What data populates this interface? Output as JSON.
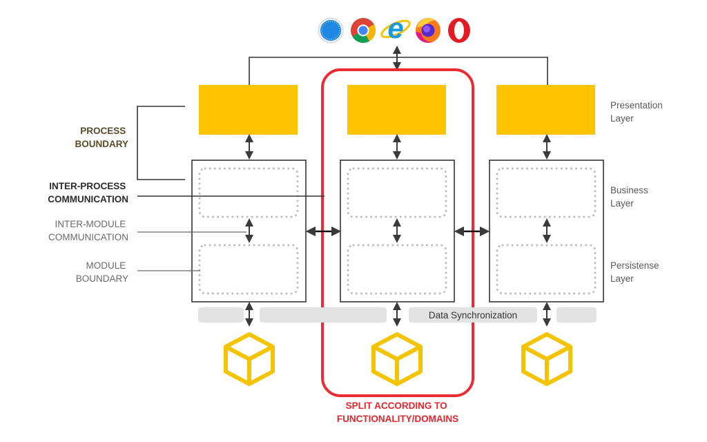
{
  "browsers": [
    {
      "name": "safari-icon",
      "color": "#1e88e5"
    },
    {
      "name": "chrome-icon",
      "color": "#34a853"
    },
    {
      "name": "ie-icon",
      "color": "#1a9be0"
    },
    {
      "name": "firefox-icon",
      "color": "#ff7a18"
    },
    {
      "name": "opera-icon",
      "color": "#e41b23"
    }
  ],
  "left_labels": {
    "process_boundary": [
      "PROCESS",
      "BOUNDARY"
    ],
    "inter_process": [
      "INTER-PROCESS",
      "COMMUNICATION"
    ],
    "inter_module": [
      "INTER-MODULE",
      "COMMUNICATION"
    ],
    "module_boundary": [
      "MODULE",
      "BOUNDARY"
    ]
  },
  "right_labels": {
    "presentation": [
      "Presentation",
      "Layer"
    ],
    "business": [
      "Business",
      "Layer"
    ],
    "persistence": [
      "Persistense",
      "Layer"
    ]
  },
  "sync_label": "Data Synchronization",
  "split_label": [
    "SPLIT ACCORDING TO",
    "FUNCTIONALITY/DOMAINS"
  ],
  "colors": {
    "yellow": "#ffc400",
    "red": "#ee2a33",
    "sync_bar": "#e3e3e3",
    "dots": "#bdbdbd",
    "cube": "#f5c400"
  }
}
